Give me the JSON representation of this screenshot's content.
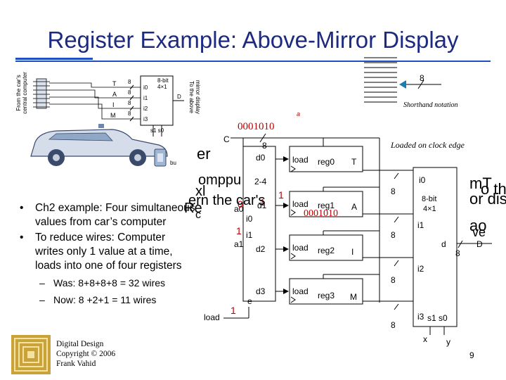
{
  "title": "Register Example: Above-Mirror Display",
  "bullets": [
    {
      "text": "Ch2 example: Four simultaneous values from car’s computer",
      "sub": []
    },
    {
      "text": "To reduce wires: Computer writes only 1 value at a time, loads into one of four registers",
      "sub": [
        "Was: 8+8+8+8 = 32 wires",
        "Now: 8 +2+1 = 11 wires"
      ]
    }
  ],
  "footer": {
    "line1": "Digital Design",
    "line2": "Copyright © 2006",
    "line3": "Frank Vahid"
  },
  "page_number": "9",
  "inset": {
    "from_text_1": "From the car’s",
    "from_text_2": "central computer",
    "signals": [
      "T",
      "A",
      "I",
      "M"
    ],
    "widths": [
      "8",
      "8",
      "8",
      "8"
    ],
    "inputs": [
      "i0",
      "i1",
      "i2",
      "i3"
    ],
    "mux_label_1": "8-bit",
    "mux_label_2": "4×1",
    "sel_label": "s1 s0",
    "out_d": "D",
    "to_text_1": "To the above",
    "to_text_2": "mirror display",
    "bu_label": "bu"
  },
  "shorthand": {
    "width": "8",
    "label": "Shorthand notation"
  },
  "notes": {
    "binary_top": "0001010",
    "alpha": "a",
    "loaded": "Loaded on clock edge",
    "one_a": "1",
    "zero_a": "0",
    "one_b": "1",
    "one_c": "1",
    "one_d": "1",
    "reg1_value": "0001010",
    "overlap": [
      "er",
      "omppu",
      "xl",
      "ern the car's",
      "Re",
      "c",
      "mT",
      "o th",
      "or dis",
      "ao",
      "ve"
    ]
  },
  "circuit": {
    "c_label": "C",
    "bus_width": "8",
    "decoder": "2-4",
    "dec_outs": [
      "d0",
      "d1",
      "d2",
      "d3"
    ],
    "dec_ins": [
      "a0",
      "a1"
    ],
    "dec_i": [
      "i0",
      "i1"
    ],
    "enable": "e",
    "load_in": "load",
    "regs": [
      {
        "load": "load",
        "name": "reg0",
        "letter": "T"
      },
      {
        "load": "load",
        "name": "reg1",
        "letter": "A"
      },
      {
        "load": "load",
        "name": "reg2",
        "letter": "I"
      },
      {
        "load": "load",
        "name": "reg3",
        "letter": "M"
      }
    ],
    "reg_widths": [
      "8",
      "8",
      "8",
      "8"
    ],
    "mux_inputs": [
      "i0",
      "i1",
      "i2",
      "i3"
    ],
    "mux_label_1": "8-bit",
    "mux_label_2": "4×1",
    "mux_d": "d",
    "out_width": "8",
    "out_d": "D",
    "sel": "s1 s0",
    "x": "x",
    "y": "y"
  }
}
